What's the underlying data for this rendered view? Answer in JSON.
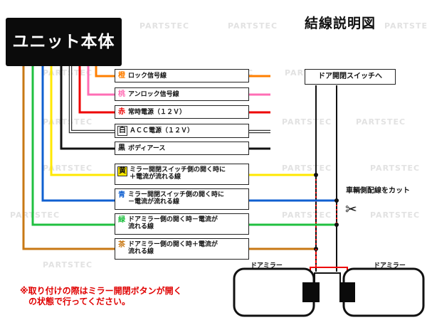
{
  "title": "結線説明図",
  "unit": {
    "label": "ユニット本体"
  },
  "watermark": "PARTSTEC",
  "wires": [
    {
      "id": "orange",
      "kanji": "橙",
      "text": "ロック信号線",
      "color": "#ff7f00",
      "boxed": false
    },
    {
      "id": "pink",
      "kanji": "桃",
      "text": "アンロック信号線",
      "color": "#ff6eb4",
      "boxed": false
    },
    {
      "id": "red",
      "kanji": "赤",
      "text": "常時電源（１２Ｖ）",
      "color": "#ee0000",
      "boxed": false
    },
    {
      "id": "white",
      "kanji": "白",
      "text": "ＡＣＣ電源（１２Ｖ）",
      "color": "#ffffff",
      "boxed": true
    },
    {
      "id": "black",
      "kanji": "黒",
      "text": "ボディアース",
      "color": "#111111",
      "boxed": false
    },
    {
      "id": "yellow",
      "kanji": "黄",
      "text": "ミラー開閉スイッチ側の開く時に\n＋電流が流れる線",
      "color": "#ffe800",
      "boxed": true
    },
    {
      "id": "blue",
      "kanji": "青",
      "text": "ミラー開閉スイッチ側の開く時に\n－電流が流れる線",
      "color": "#1060d0",
      "boxed": false
    },
    {
      "id": "green",
      "kanji": "緑",
      "text": "ドアミラー側の開く時－電流が\n流れる線",
      "color": "#20c040",
      "boxed": false
    },
    {
      "id": "brown",
      "kanji": "茶",
      "text": "ドアミラー側の開く時＋電流が\n流れる線",
      "color": "#c87814",
      "boxed": false
    }
  ],
  "door_switch": {
    "label": "ドア開閉スイッチへ"
  },
  "cut_label": "車輌側配線をカット",
  "mirrors": {
    "left_label": "ドアミラー",
    "right_label": "ドアミラー"
  },
  "note": "※取り付けの際はミラー開閉ボタンが開く\n　の状態で行ってください。",
  "colors": {
    "frame": "#222222",
    "note": "#e00000",
    "unit_bg": "#0b0b0b"
  }
}
